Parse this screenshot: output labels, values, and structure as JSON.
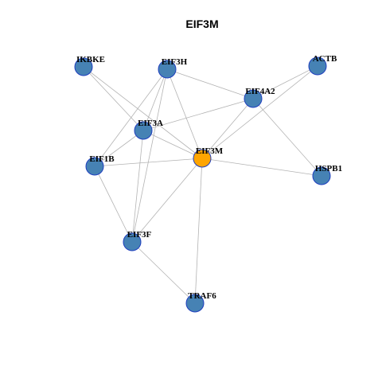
{
  "title": "EIF3M",
  "colors": {
    "hub_fill": "#ffa500",
    "node_fill": "#4682b4",
    "node_border": "#1f3fbf",
    "edge": "#b3b3b3"
  },
  "nodes": [
    {
      "id": "IKBKE",
      "label": "IKBKE",
      "hub": false
    },
    {
      "id": "EIF3H",
      "label": "EIF3H",
      "hub": false
    },
    {
      "id": "ACTB",
      "label": "ACTB",
      "hub": false
    },
    {
      "id": "EIF4A2",
      "label": "EIF4A2",
      "hub": false
    },
    {
      "id": "EIF3A",
      "label": "EIF3A",
      "hub": false
    },
    {
      "id": "EIF3M",
      "label": "EIF3M",
      "hub": true
    },
    {
      "id": "EIF1B",
      "label": "EIF1B",
      "hub": false
    },
    {
      "id": "HSPB1",
      "label": "HSPB1",
      "hub": false
    },
    {
      "id": "EIF3F",
      "label": "EIF3F",
      "hub": false
    },
    {
      "id": "TRAF6",
      "label": "TRAF6",
      "hub": false
    }
  ],
  "edges": [
    [
      "IKBKE",
      "EIF3A"
    ],
    [
      "IKBKE",
      "EIF3M"
    ],
    [
      "EIF3H",
      "EIF4A2"
    ],
    [
      "EIF3H",
      "EIF3M"
    ],
    [
      "EIF3H",
      "EIF3A"
    ],
    [
      "EIF3H",
      "EIF1B"
    ],
    [
      "EIF3H",
      "EIF3F"
    ],
    [
      "ACTB",
      "EIF4A2"
    ],
    [
      "ACTB",
      "EIF3M"
    ],
    [
      "EIF4A2",
      "EIF3A"
    ],
    [
      "EIF4A2",
      "EIF3M"
    ],
    [
      "EIF4A2",
      "HSPB1"
    ],
    [
      "EIF3A",
      "EIF3M"
    ],
    [
      "EIF3A",
      "EIF1B"
    ],
    [
      "EIF3A",
      "EIF3F"
    ],
    [
      "EIF3M",
      "EIF1B"
    ],
    [
      "EIF3M",
      "HSPB1"
    ],
    [
      "EIF3M",
      "EIF3F"
    ],
    [
      "EIF3M",
      "TRAF6"
    ],
    [
      "EIF1B",
      "EIF3F"
    ],
    [
      "EIF3F",
      "TRAF6"
    ]
  ]
}
